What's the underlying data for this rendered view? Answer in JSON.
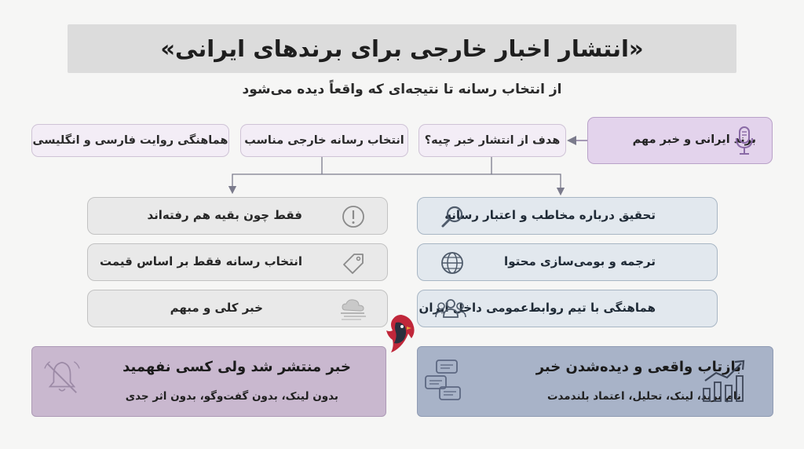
{
  "title": "«انتشار اخبار خارجی برای برندهای ایرانی»",
  "subtitle": "از انتخاب رسانه تا نتیجه‌ای که واقعاً دیده می‌شود",
  "flow": {
    "brand": "برند ایرانی و خبر مهم",
    "goal": "هدف از انتشار خبر چیه؟",
    "choose_media": "انتخاب رسانه خارجی مناسب",
    "coordinate": "هماهنگی روایت فارسی و انگلیسی"
  },
  "right_cards": [
    {
      "label": "تحقیق درباره مخاطب و اعتبار رسانه",
      "icon": "magnifier-icon"
    },
    {
      "label": "ترجمه و بومی‌سازی محتوا",
      "icon": "globe-icon"
    },
    {
      "label": "هماهنگی با تیم روابط‌عمومی داخل ایران",
      "icon": "people-icon"
    }
  ],
  "left_cards": [
    {
      "label": "فقط چون بقیه هم رفته‌اند",
      "icon": "exclamation-icon"
    },
    {
      "label": "انتخاب رسانه فقط بر اساس قیمت",
      "icon": "price-tag-icon"
    },
    {
      "label": "خبر کلی و مبهم",
      "icon": "fog-cloud-icon"
    }
  ],
  "good_outcome": {
    "title": "بازتاب واقعی و دیده‌شدن خبر",
    "subtitle": "نام برند، لینک، تحلیل، اعتماد بلندمدت",
    "icons": [
      "growth-chart-icon",
      "chat-bubbles-icon"
    ]
  },
  "bad_outcome": {
    "title": "خبر منتشر شد ولی کسی نفهمید",
    "subtitle": "بدون لینک، بدون گفت‌وگو، بدون اثر جدی",
    "icons": [
      "muted-bell-icon"
    ]
  },
  "colors": {
    "title_bg": "#dcdcdc",
    "brand_pill": "#e3d3ec",
    "step_pill": "#f3edf6",
    "good_card": "#e2e8ee",
    "bad_card": "#e9e9e9",
    "good_outcome": "#a8b3c8",
    "bad_outcome": "#c9b8cf"
  }
}
